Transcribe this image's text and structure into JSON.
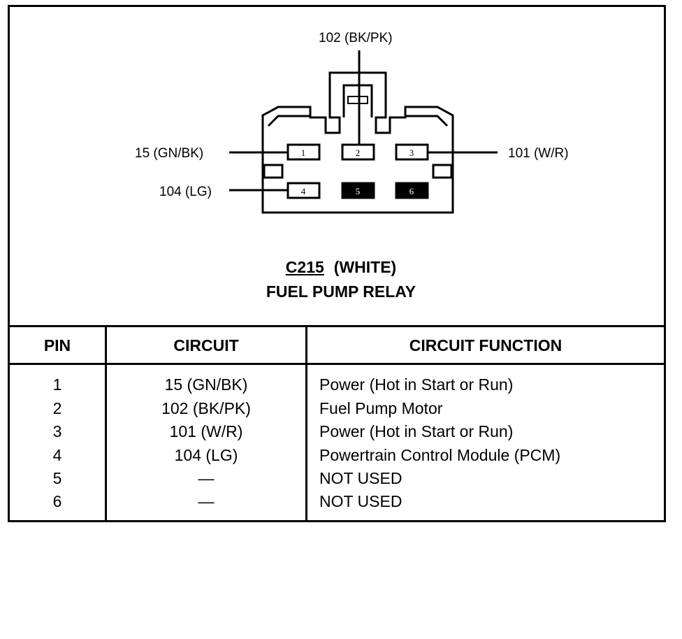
{
  "wires": {
    "top": "102 (BK/PK)",
    "left_top": "15  (GN/BK)",
    "left_bottom": "104 (LG)",
    "right": "101 (W/R)"
  },
  "connector": {
    "code": "C215",
    "color": "(WHITE)",
    "name": "FUEL PUMP RELAY",
    "pin_labels": [
      "1",
      "2",
      "3",
      "4",
      "5",
      "6"
    ]
  },
  "table": {
    "headers": {
      "pin": "PIN",
      "circuit": "CIRCUIT",
      "function": "CIRCUIT FUNCTION"
    },
    "rows": [
      {
        "pin": "1",
        "circuit": "15 (GN/BK)",
        "function": "Power (Hot in Start or Run)"
      },
      {
        "pin": "2",
        "circuit": "102 (BK/PK)",
        "function": "Fuel Pump Motor"
      },
      {
        "pin": "3",
        "circuit": "101 (W/R)",
        "function": "Power (Hot in Start or Run)"
      },
      {
        "pin": "4",
        "circuit": "104 (LG)",
        "function": "Powertrain Control Module (PCM)"
      },
      {
        "pin": "5",
        "circuit": "—",
        "function": "NOT USED"
      },
      {
        "pin": "6",
        "circuit": "—",
        "function": "NOT USED"
      }
    ]
  }
}
